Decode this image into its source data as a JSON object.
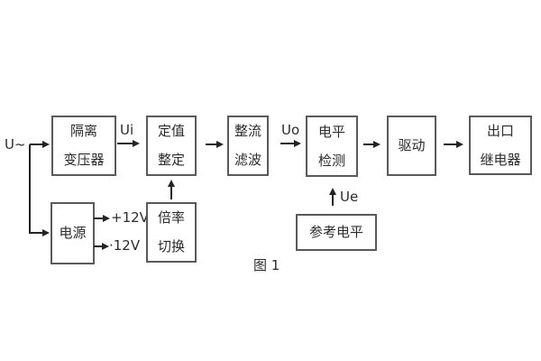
{
  "diagram": {
    "caption": "图 1",
    "input_label": "U~",
    "signals": {
      "ui": "Ui",
      "uo": "Uo",
      "ue": "Ue",
      "plus12v": "+12V",
      "minus12v": "·12V"
    },
    "blocks": {
      "isolation_transformer": {
        "line1": "隔离",
        "line2": "变压器"
      },
      "setting_adjust": {
        "line1": "定值",
        "line2": "整定"
      },
      "rectifier_filter": {
        "line1": "整流",
        "line2": "滤波"
      },
      "level_detect": {
        "line1": "电平",
        "line2": "检测"
      },
      "drive": {
        "label": "驱动"
      },
      "output_relay": {
        "line1": "出口",
        "line2": "继电器"
      },
      "power_supply": {
        "label": "电源"
      },
      "ratio_switch": {
        "line1": "倍率",
        "line2": "切换"
      },
      "reference_level": {
        "label": "参考电平"
      }
    },
    "colors": {
      "background": "#ffffff",
      "box_border": "#5a5a5a",
      "text": "#2b2b2b",
      "line": "#232323"
    }
  }
}
